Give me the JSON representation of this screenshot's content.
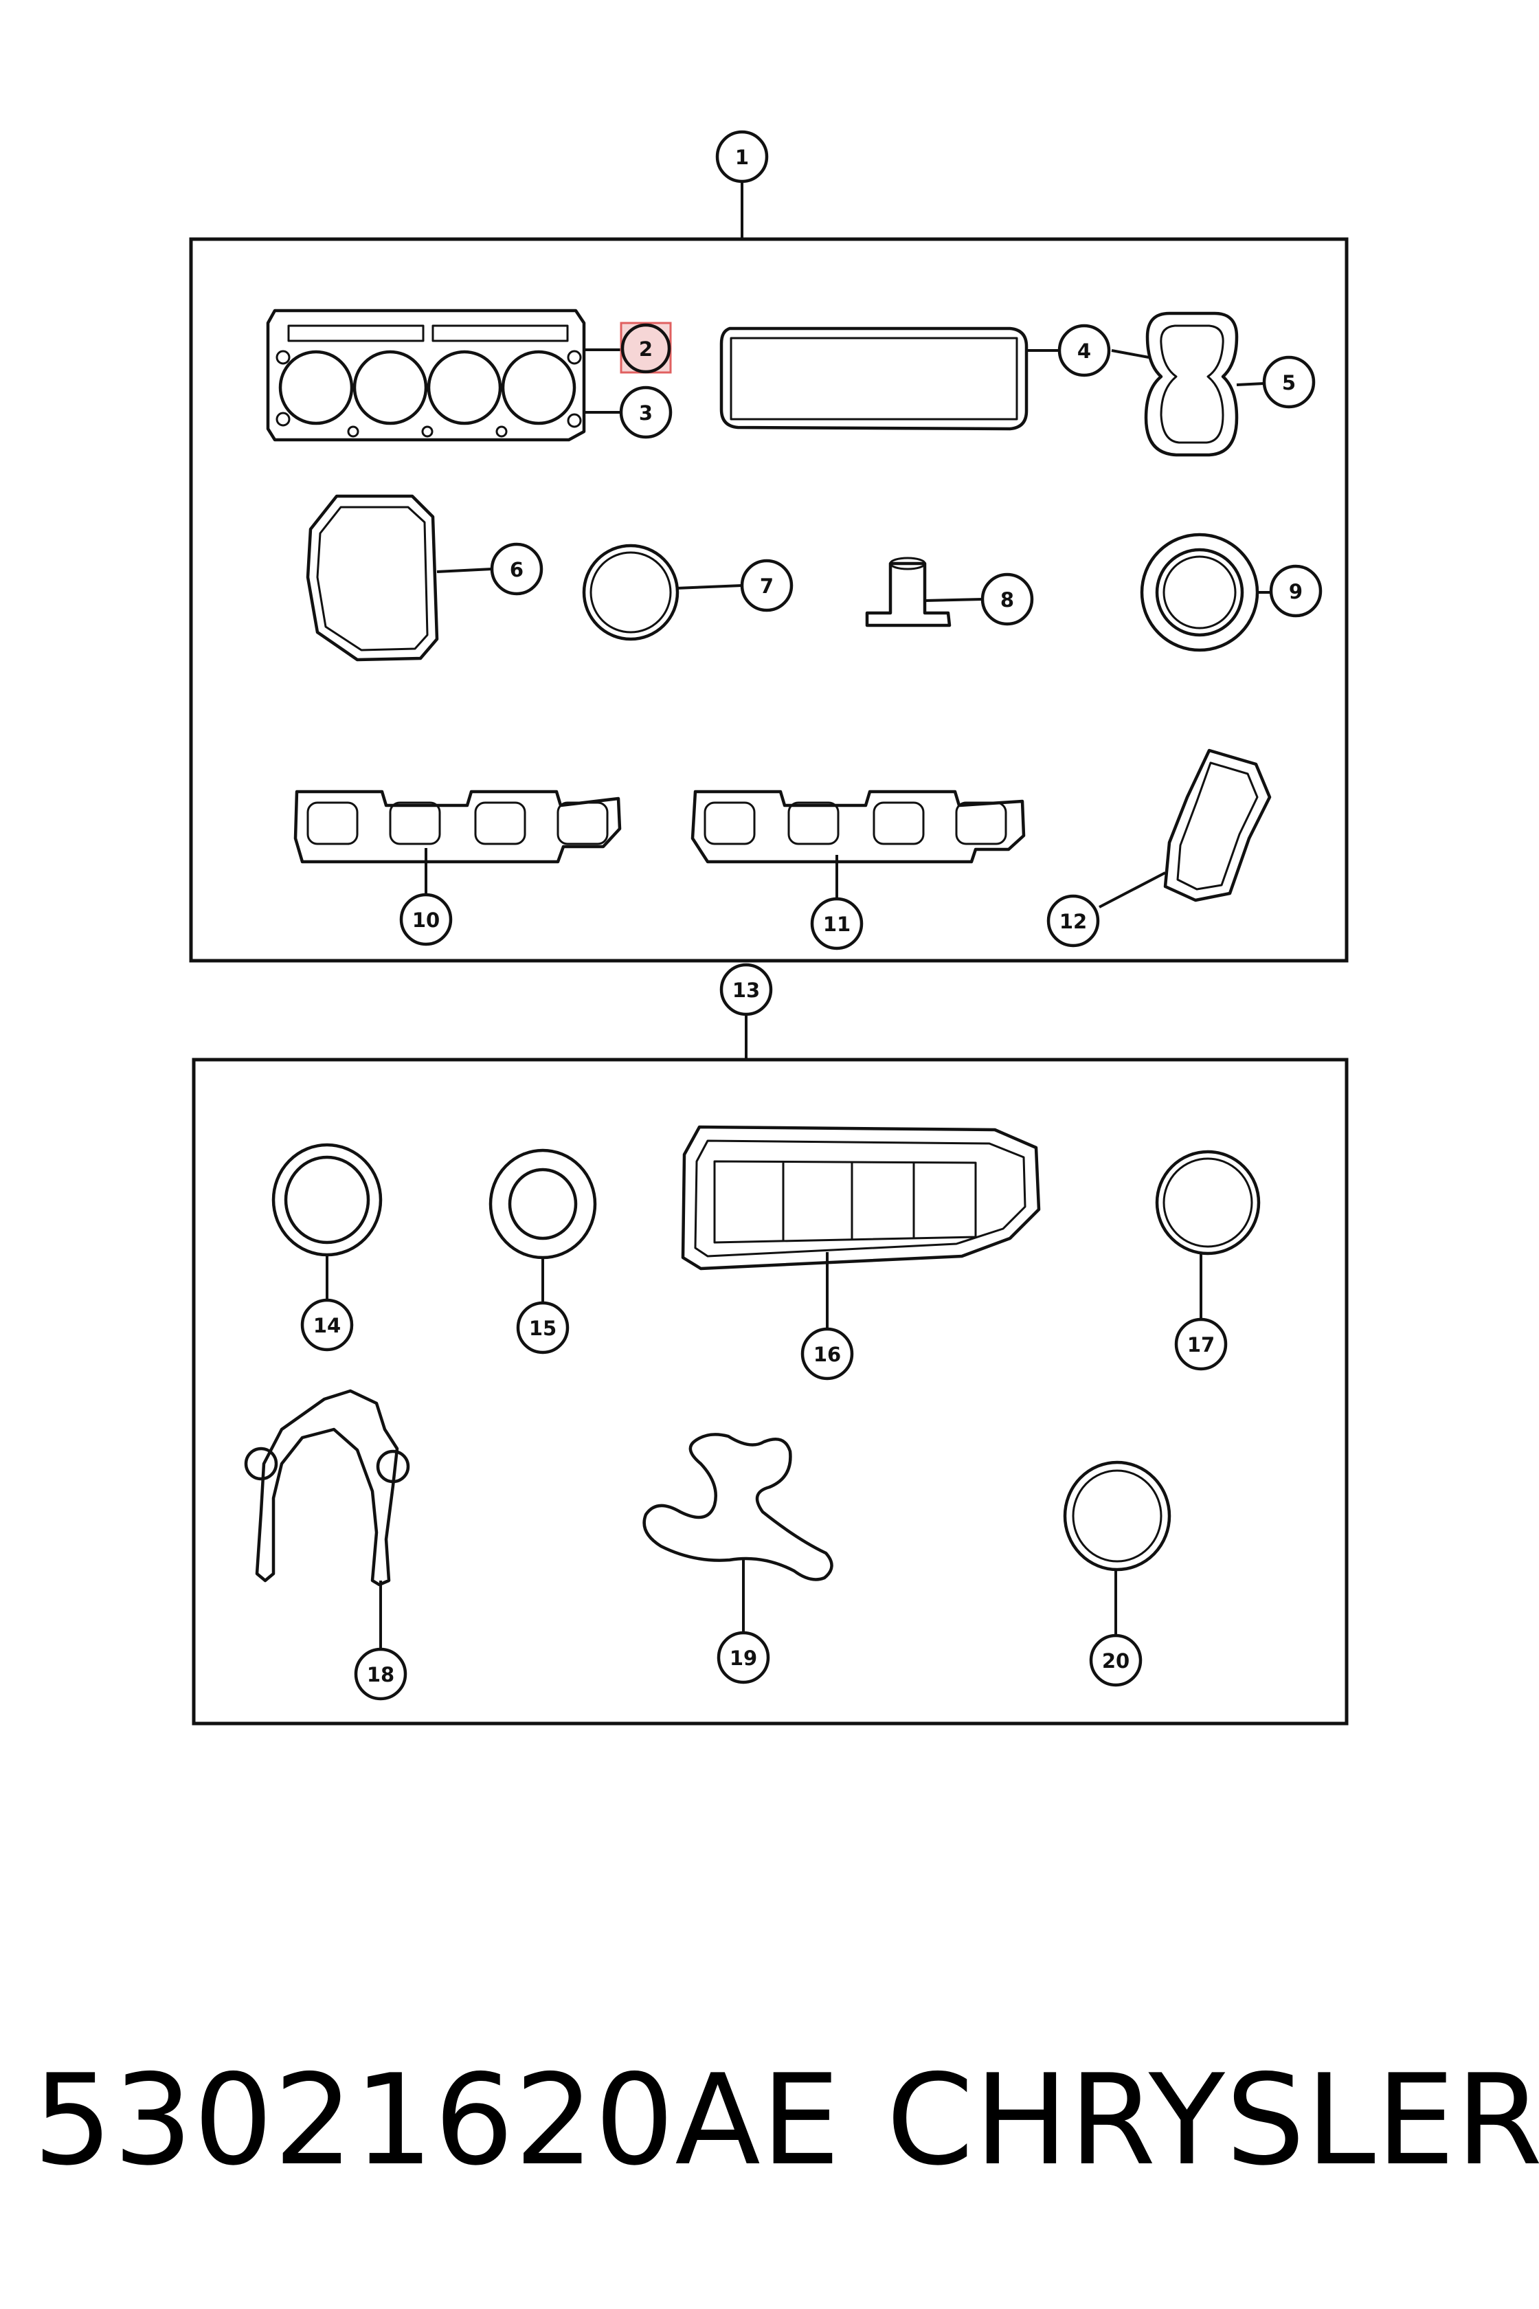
{
  "callouts": [
    "1",
    "2",
    "3",
    "4",
    "5",
    "6",
    "7",
    "8",
    "9",
    "10",
    "11",
    "12",
    "13",
    "14",
    "15",
    "16",
    "17",
    "18",
    "19",
    "20"
  ],
  "highlight": {
    "callout": "2",
    "color": "#f6d6d6",
    "border": "#e06060"
  },
  "footer": {
    "part_number": "53021620AE",
    "brand": "CHRYSLER"
  }
}
